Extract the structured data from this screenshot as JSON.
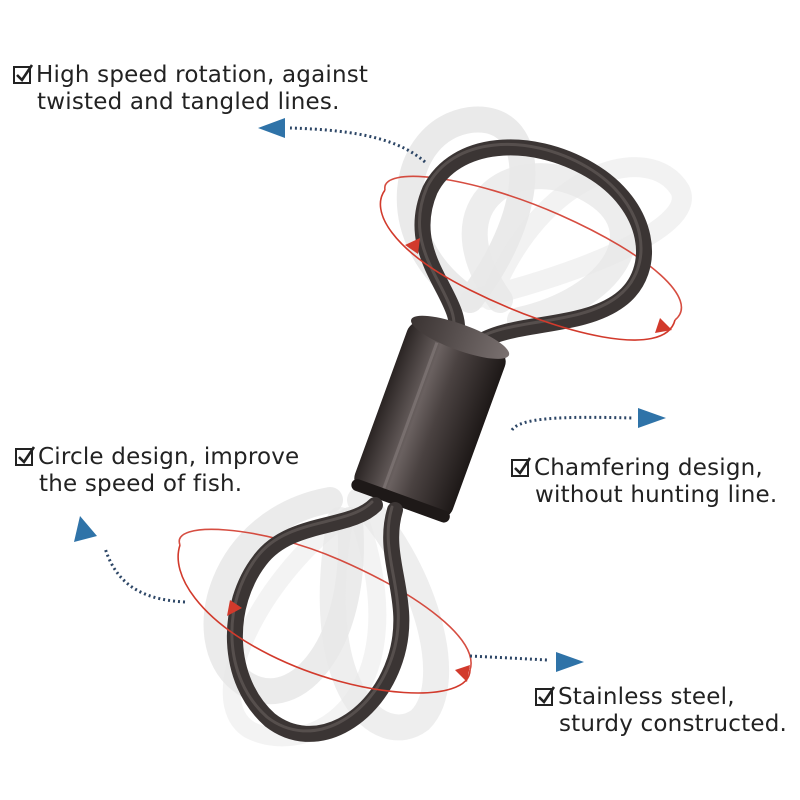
{
  "features": [
    {
      "line1": "High speed rotation, against",
      "line2": "twisted and tangled lines."
    },
    {
      "line1": "Circle design, improve",
      "line2": "the speed of fish."
    },
    {
      "line1": "Chamfering design,",
      "line2": "without hunting line."
    },
    {
      "line1": "Stainless steel,",
      "line2": "sturdy constructed."
    }
  ],
  "colors": {
    "metal": "#3b3534",
    "ghost": "#e6e6e6",
    "orbit": "#d23a2c",
    "arrow": "#2f73a8",
    "dots": "#2d4666",
    "text": "#222222"
  },
  "icons": {
    "check": "checkbox-check-icon",
    "pointer": "triangle-arrow-icon",
    "orbit": "rotation-arrow-icon"
  }
}
